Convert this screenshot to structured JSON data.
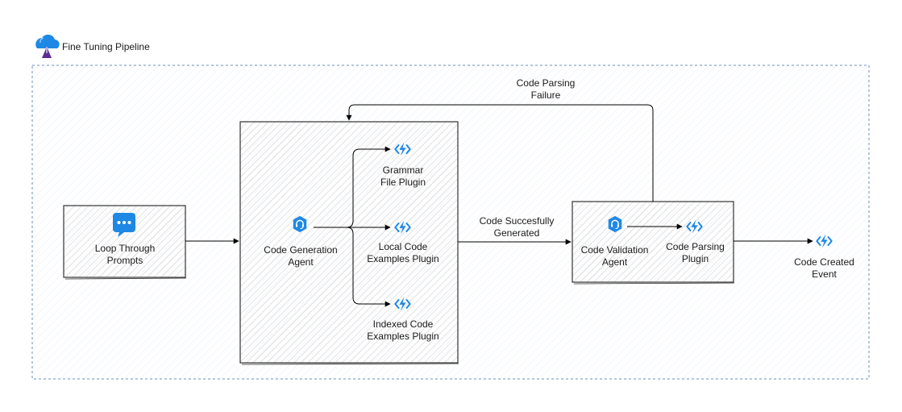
{
  "pipeline": {
    "title": "Fine Tuning Pipeline",
    "icon": "cloud-pipeline-icon",
    "border_color": "#6c8ebf"
  },
  "nodes": {
    "loop": {
      "label": "Loop Through\nPrompts",
      "icon": "chat-message-icon"
    },
    "code_gen_agent": {
      "label": "Code Generation\nAgent",
      "icon": "agent-headset-icon"
    },
    "grammar_plugin": {
      "label": "Grammar\nFile Plugin",
      "icon": "azure-function-icon"
    },
    "local_plugin": {
      "label": "Local Code\nExamples Plugin",
      "icon": "azure-function-icon"
    },
    "indexed_plugin": {
      "label": "Indexed Code\nExamples Plugin",
      "icon": "azure-function-icon"
    },
    "validation_agent": {
      "label": "Code Validation\nAgent",
      "icon": "agent-headset-icon"
    },
    "parsing_plugin": {
      "label": "Code Parsing\nPlugin",
      "icon": "azure-function-icon"
    },
    "created_event": {
      "label": "Code Created\nEvent",
      "icon": "azure-function-icon"
    }
  },
  "edges": {
    "generated": "Code Succesfully\nGenerated",
    "failure": "Code Parsing\nFailure"
  },
  "colors": {
    "accent_blue": "#1e88e5",
    "box_fill": "#f0f0f0",
    "box_stroke": "#333333",
    "edge": "#000000"
  }
}
